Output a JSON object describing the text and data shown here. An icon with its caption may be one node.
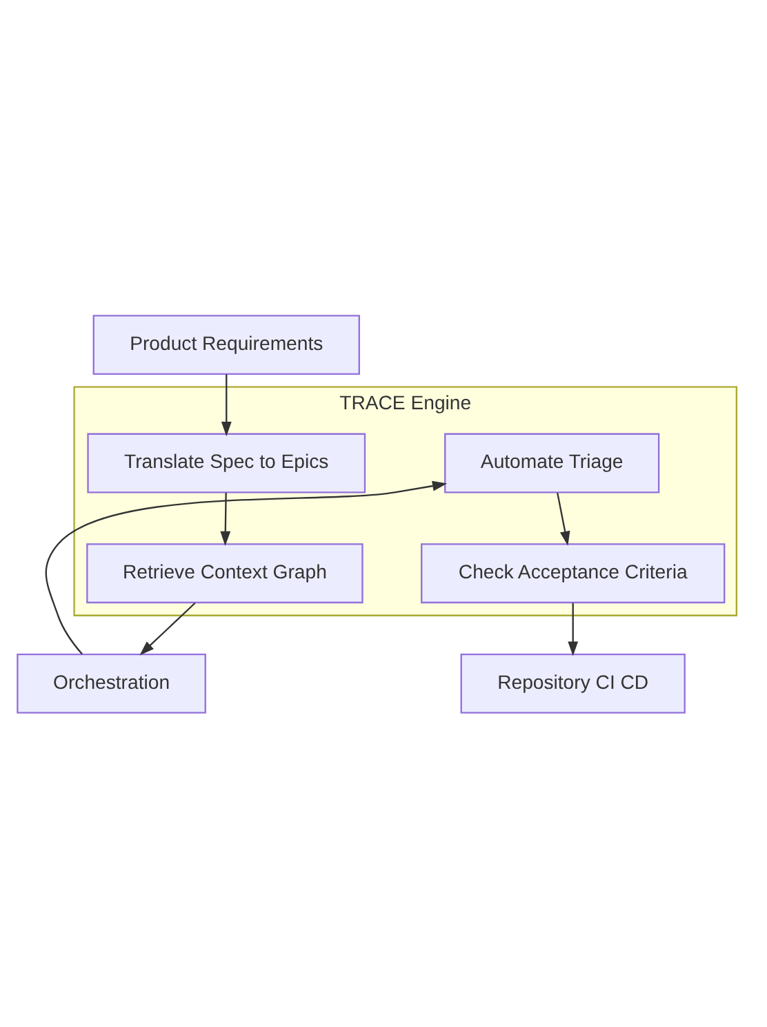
{
  "diagram": {
    "nodes": [
      {
        "text": [
          "Product Requirements"
        ]
      },
      {
        "text": [
          "TRACE Engine"
        ]
      },
      {
        "text": [
          "Translate Spec to Epics"
        ],
        "in": 1
      },
      {
        "text": [
          "Retrieve Context Graph"
        ],
        "in": 1
      },
      {
        "text": [
          "Orchestration"
        ]
      },
      {
        "text": [
          "Automate Triage"
        ],
        "in": 1
      },
      {
        "text": [
          "Check Acceptance Criteria"
        ],
        "in": 1
      },
      {
        "text": [
          "Repository CI CD"
        ]
      }
    ],
    "edges": [
      {
        "from": 0,
        "to": 2,
        "arrow": "to"
      },
      {
        "from": 2,
        "to": 3,
        "arrow": "to"
      },
      {
        "from": 3,
        "to": 4,
        "arrow": "to"
      },
      {
        "from": 4,
        "to": 5,
        "arrow": "to"
      },
      {
        "from": 5,
        "to": 6,
        "arrow": "to"
      },
      {
        "from": 6,
        "to": 7,
        "arrow": "to"
      }
    ]
  }
}
